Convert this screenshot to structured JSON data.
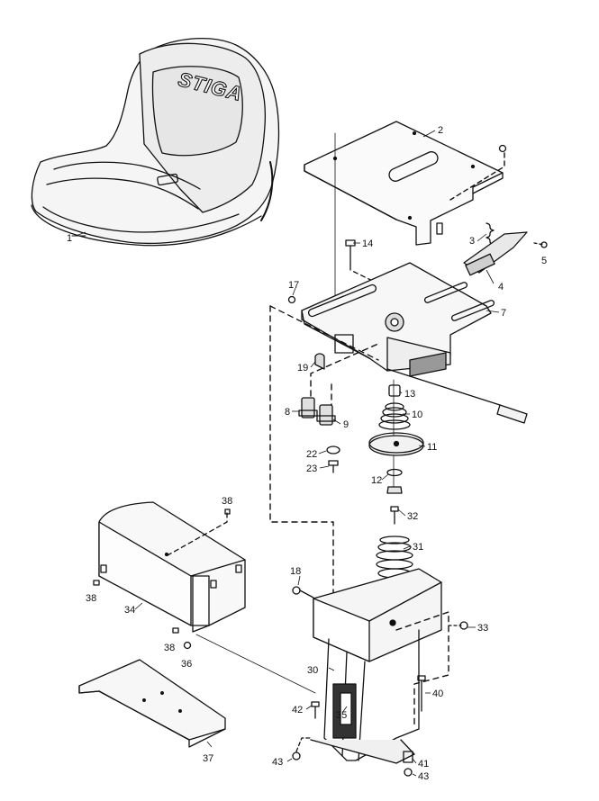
{
  "diagram": {
    "brand_logo_text": "STIGA",
    "callouts": {
      "n1": "1",
      "n2": "2",
      "n3": "3",
      "n4": "4",
      "n5": "5",
      "n7": "7",
      "n8": "8",
      "n9": "9",
      "n10": "10",
      "n11": "11",
      "n12": "12",
      "n13": "13",
      "n14": "14",
      "n17": "17",
      "n18": "18",
      "n19": "19",
      "n22": "22",
      "n23": "23",
      "n30": "30",
      "n31": "31",
      "n32": "32",
      "n33": "33",
      "n34": "34",
      "n35": "35",
      "n36": "36",
      "n37": "37",
      "n38a": "38",
      "n38b": "38",
      "n38c": "38",
      "n40": "40",
      "n41": "41",
      "n42": "42",
      "n43a": "43",
      "n43b": "43"
    }
  }
}
